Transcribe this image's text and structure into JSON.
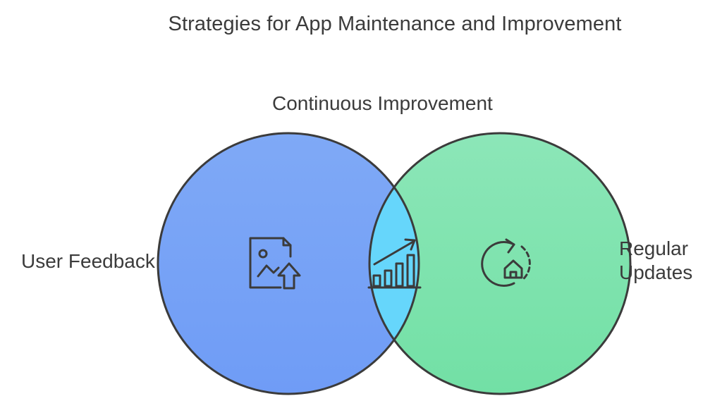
{
  "diagram": {
    "title": "Strategies for App Maintenance and Improvement",
    "overlap_label": "Continuous Improvement",
    "left_label": "User Feedback",
    "right_label_line1": "Regular",
    "right_label_line2": "Updates",
    "colors": {
      "left_circle_top": "#7fa9f6",
      "left_circle_bottom": "#6f9cf6",
      "right_circle_top": "#8ce6b8",
      "right_circle_bottom": "#72e0a5",
      "overlap": "#66d6fb",
      "stroke": "#3b3b3b"
    },
    "icons": {
      "left": "image-upload-icon",
      "center": "growth-chart-icon",
      "right": "home-update-icon"
    }
  }
}
